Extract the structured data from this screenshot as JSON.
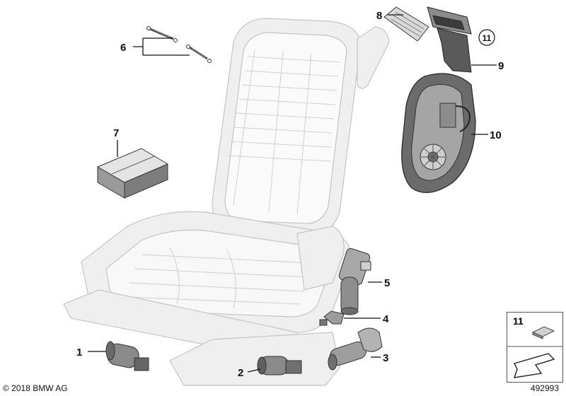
{
  "diagram": {
    "callouts": {
      "c1": "1",
      "c2": "2",
      "c3": "3",
      "c4": "4",
      "c5": "5",
      "c6": "6",
      "c7": "7",
      "c8": "8",
      "c9": "9",
      "c10": "10",
      "c11": "11"
    },
    "legend_number": "11",
    "copyright": "© 2018 BMW AG",
    "document_number": "492993"
  },
  "colors": {
    "ghost_fill": "#efefef",
    "ghost_stroke": "#c4c4c4",
    "part_dark": "#6d6d6d",
    "callout_text": "#111111"
  }
}
